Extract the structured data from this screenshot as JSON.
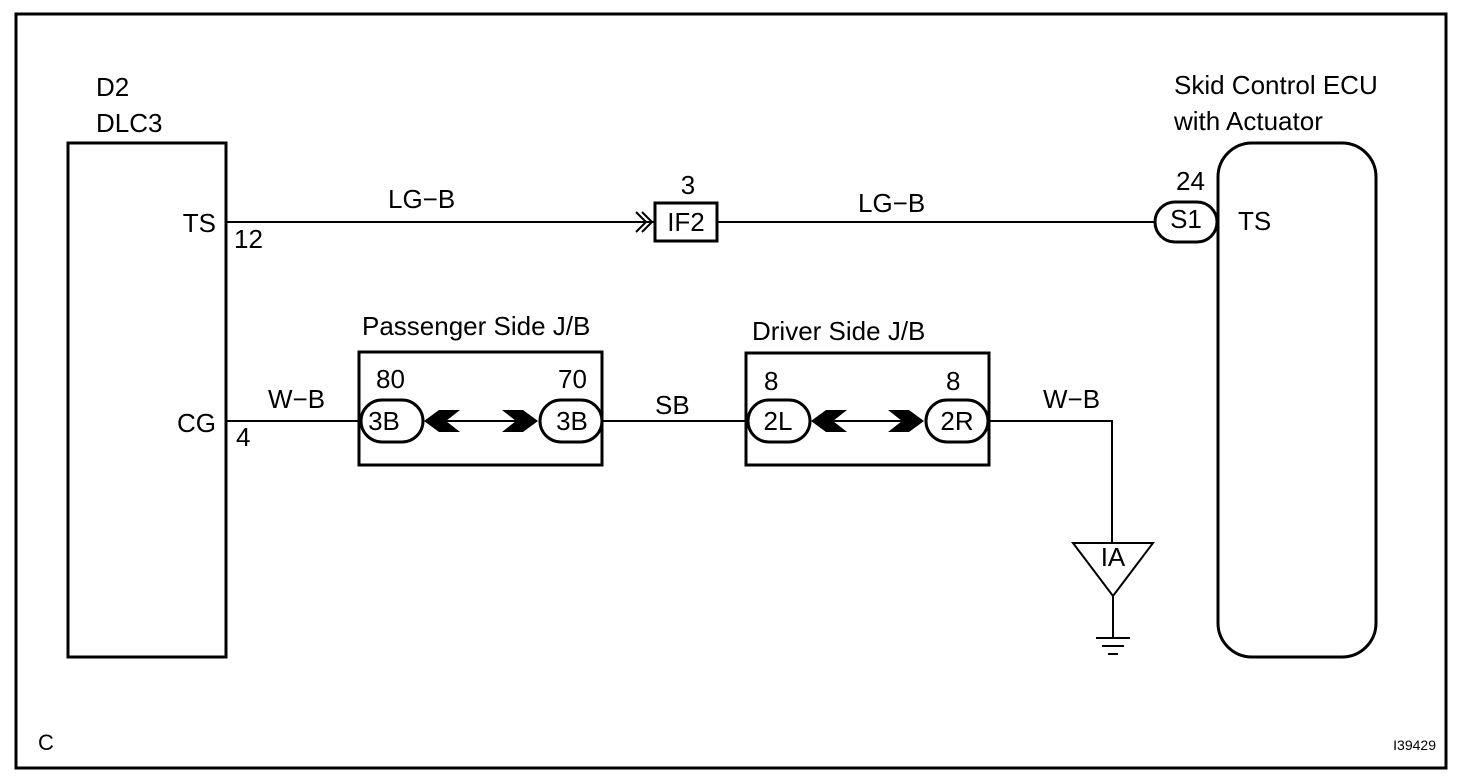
{
  "dlc3": {
    "code": "D2",
    "name": "DLC3",
    "pin_ts_label": "TS",
    "pin_ts_num": "12",
    "pin_cg_label": "CG",
    "pin_cg_num": "4"
  },
  "ecu": {
    "name_line1": "Skid Control ECU",
    "name_line2": "with Actuator",
    "pin_label": "TS",
    "connector": "S1",
    "pin_num": "24"
  },
  "ts_circuit": {
    "wire_left": "LG−B",
    "wire_right": "LG−B",
    "junction_code": "IF2",
    "junction_pin": "3"
  },
  "passenger_jb": {
    "title": "Passenger Side J/B",
    "left_connector": "3B",
    "left_pin": "80",
    "right_connector": "3B",
    "right_pin": "70"
  },
  "driver_jb": {
    "title": "Driver Side J/B",
    "left_connector": "2L",
    "left_pin": "8",
    "right_connector": "2R",
    "right_pin": "8"
  },
  "cg_circuit": {
    "wire_left": "W−B",
    "wire_middle": "SB",
    "wire_right": "W−B",
    "ground_point": "IA"
  },
  "footer": {
    "corner_letter": "C",
    "figure_id": "I39429"
  }
}
